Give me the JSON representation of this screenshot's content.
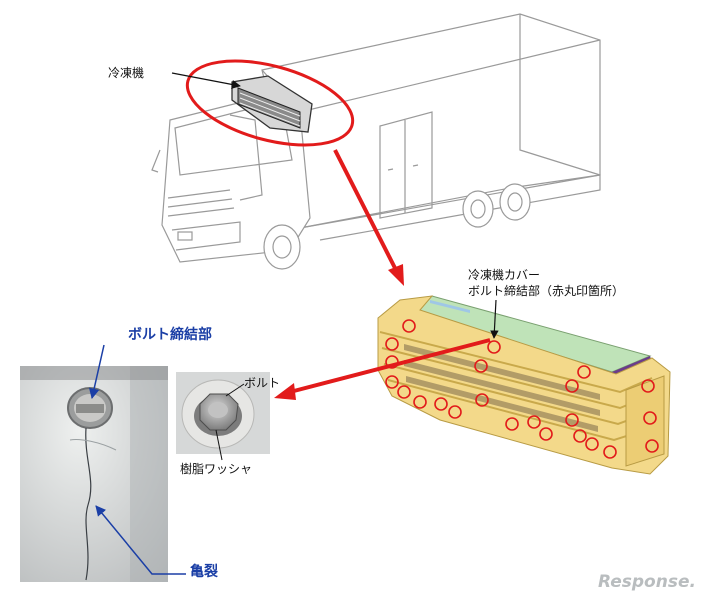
{
  "labels": {
    "refrigerator_unit": "冷凍機",
    "cover_line1": "冷凍機カバー",
    "cover_line2": "ボルト締結部（赤丸印箇所）",
    "bolt_joint": "ボルト締結部",
    "bolt": "ボルト",
    "resin_washer": "樹脂ワッシャ",
    "crack": "亀裂"
  },
  "watermark": "Response.",
  "colors": {
    "highlight_red": "#e21b1b",
    "callout_blue": "#1b3fa6",
    "cover_yellow": "#f3d98a",
    "cover_green": "#bfe3b8",
    "cover_purple": "#6b3c8a"
  }
}
